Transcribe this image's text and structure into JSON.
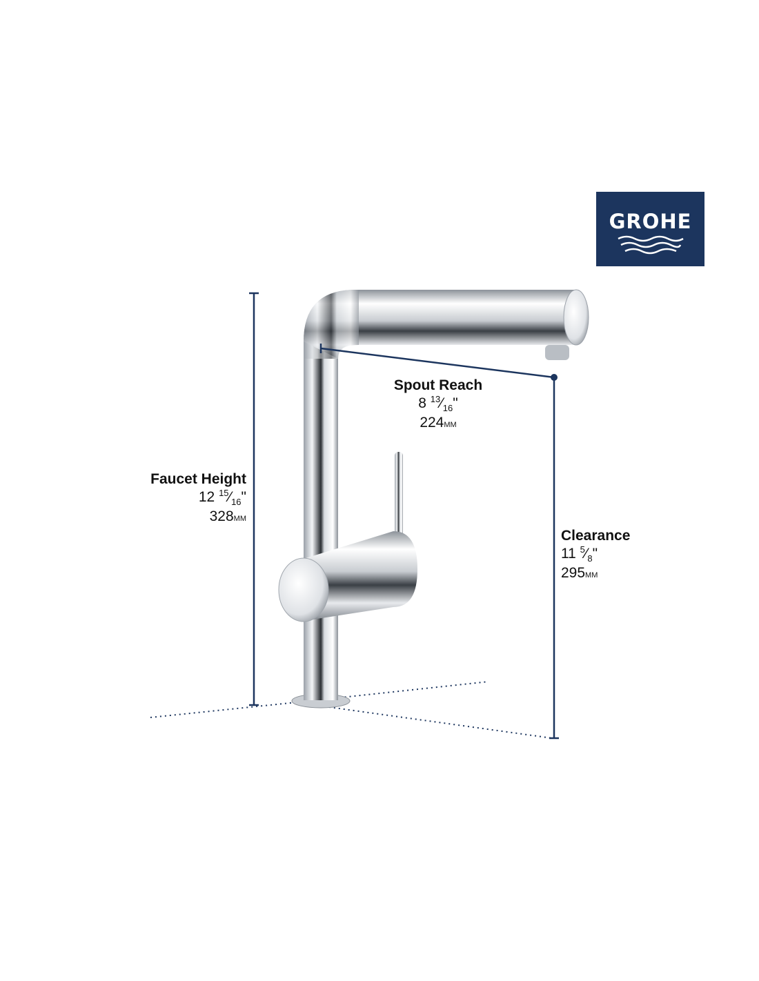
{
  "brand": {
    "logo_text": "GROHE",
    "color": "#1c355e"
  },
  "dimensions": {
    "spout_reach": {
      "label": "Spout Reach",
      "inches_whole": "8",
      "inches_num": "13",
      "inches_den": "16",
      "inch_mark": "\"",
      "mm": "224",
      "mm_unit": "MM"
    },
    "faucet_height": {
      "label": "Faucet Height",
      "inches_whole": "12",
      "inches_num": "15",
      "inches_den": "16",
      "inch_mark": "\"",
      "mm": "328",
      "mm_unit": "MM"
    },
    "clearance": {
      "label": "Clearance",
      "inches_whole": "11",
      "inches_num": "5",
      "inches_den": "8",
      "inch_mark": "\"",
      "mm": "295",
      "mm_unit": "MM"
    }
  },
  "colors": {
    "dimension_line": "#1c355e"
  }
}
